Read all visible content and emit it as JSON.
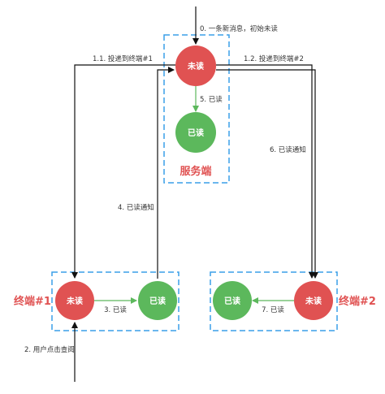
{
  "colors": {
    "unread": "#e05252",
    "read": "#5cb85c",
    "box": "#3a9fe8",
    "edge": "#111111",
    "green_edge": "#5cb85c",
    "title": "#e05252"
  },
  "groups": {
    "server": {
      "title": "服务端"
    },
    "terminal1": {
      "title": "终端#1"
    },
    "terminal2": {
      "title": "终端#2"
    }
  },
  "nodes": {
    "server_unread": {
      "label": "未读"
    },
    "server_read": {
      "label": "已读"
    },
    "t1_unread": {
      "label": "未读"
    },
    "t1_read": {
      "label": "已读"
    },
    "t2_read": {
      "label": "已读"
    },
    "t2_unread": {
      "label": "未读"
    }
  },
  "edges": {
    "e0": {
      "label": "0. 一条新消息，初始未读"
    },
    "e1_1": {
      "label": "1.1. 投递到终端#1"
    },
    "e1_2": {
      "label": "1.2. 投递到终端#2"
    },
    "e2": {
      "label": "2. 用户点击查阅"
    },
    "e3": {
      "label": "3. 已读"
    },
    "e4": {
      "label": "4. 已读通知"
    },
    "e5": {
      "label": "5. 已读"
    },
    "e6": {
      "label": "6. 已读通知"
    },
    "e7": {
      "label": "7. 已读"
    }
  }
}
